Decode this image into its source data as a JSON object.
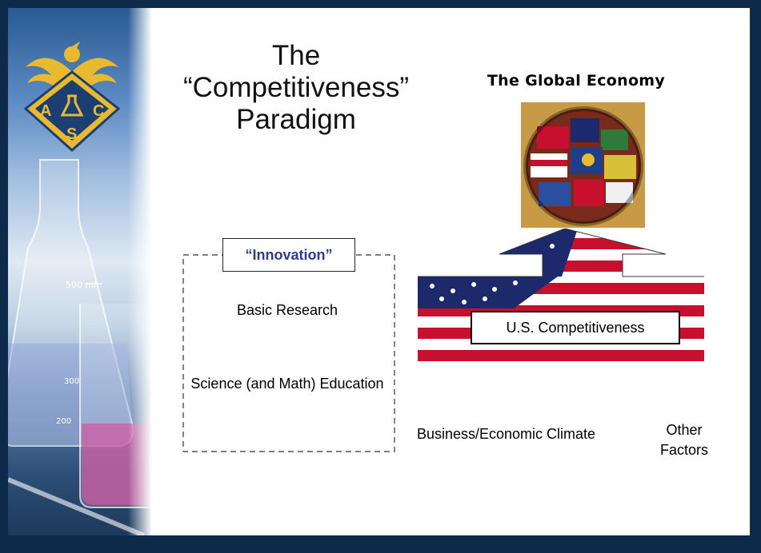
{
  "slide": {
    "title_lines": [
      "The",
      "“Competitiveness”",
      "Paradigm"
    ],
    "logo": {
      "letters": [
        "A",
        "C",
        "S"
      ],
      "icon": "acs-eagle-logo"
    },
    "global_economy": {
      "title": "The Global Economy",
      "icon": "flag-globe-image"
    },
    "innovation": {
      "label": "“Innovation”",
      "items": [
        "Basic Research",
        "Science (and Math) Education"
      ]
    },
    "competitiveness": {
      "label": "U.S. Competitiveness",
      "icon": "us-flag-arrow"
    },
    "factors": {
      "business": "Business/Economic Climate",
      "other": "Other Factors"
    },
    "colors": {
      "frame": "#0d2a4a",
      "innovation_text": "#2e3b8f",
      "logo_gold": "#e9b930",
      "flag_red": "#c8102e",
      "flag_blue": "#1c2a6b"
    }
  }
}
